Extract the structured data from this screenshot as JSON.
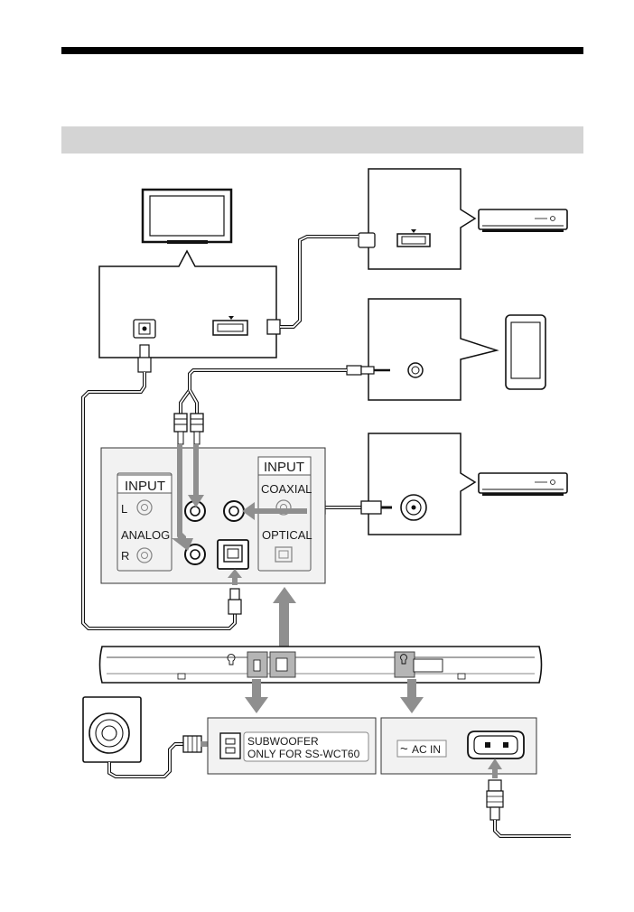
{
  "labels": {
    "input_analog": "INPUT",
    "channel_left": "L",
    "analog": "ANALOG",
    "channel_right": "R",
    "input_digital": "INPUT",
    "coaxial": "COAXIAL",
    "optical": "OPTICAL",
    "subwoofer_line1": "SUBWOOFER",
    "subwoofer_line2": "ONLY FOR SS-WCT60",
    "ac_in": "AC IN",
    "ac_symbol": "~"
  },
  "colors": {
    "header_bar": "#000000",
    "section_band": "#d4d4d4",
    "panel_fill": "#f2f2f2",
    "arrow": "#8f8f8f",
    "highlight": "#b5b5b5"
  }
}
